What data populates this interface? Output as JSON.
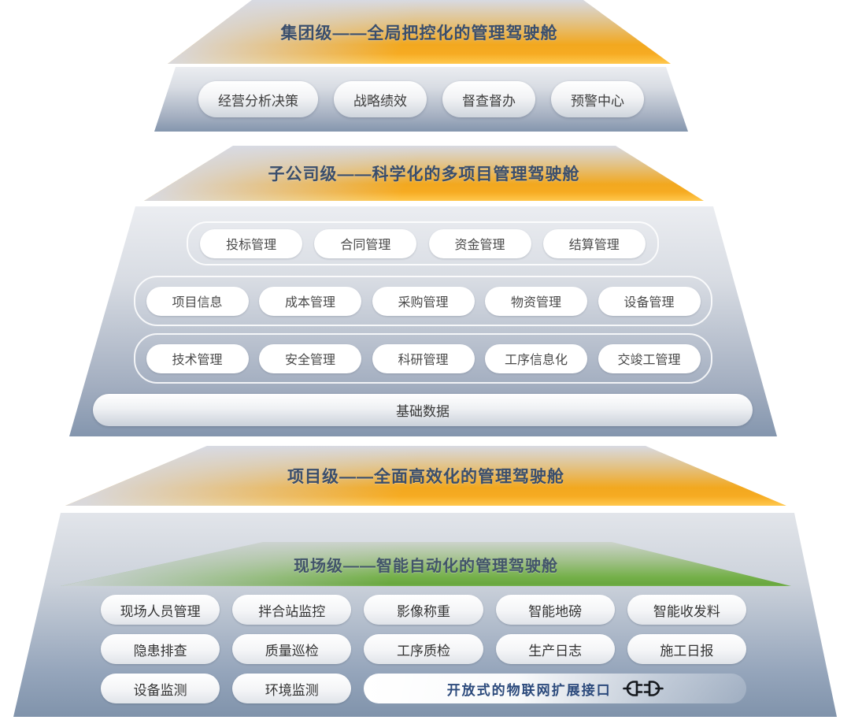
{
  "levels": [
    {
      "name": "group-level",
      "title": "集团级——全局把控化的管理驾驶舱",
      "items": [
        "经营分析决策",
        "战略绩效",
        "督查督办",
        "预警中心"
      ]
    },
    {
      "name": "subsidiary-level",
      "title": "子公司级——科学化的多项目管理驾驶舱",
      "row1": [
        "投标管理",
        "合同管理",
        "资金管理",
        "结算管理"
      ],
      "row2": [
        "项目信息",
        "成本管理",
        "采购管理",
        "物资管理",
        "设备管理"
      ],
      "row3": [
        "技术管理",
        "安全管理",
        "科研管理",
        "工序信息化",
        "交竣工管理"
      ],
      "base": "基础数据"
    },
    {
      "name": "project-level",
      "title": "项目级——全面高效化的管理驾驶舱"
    },
    {
      "name": "site-level",
      "title": "现场级——智能自动化的管理驾驶舱",
      "row1": [
        "现场人员管理",
        "拌合站监控",
        "影像称重",
        "智能地磅",
        "智能收发料"
      ],
      "row2": [
        "隐患排查",
        "质量巡检",
        "工序质检",
        "生产日志",
        "施工日报"
      ],
      "row3": [
        "设备监测",
        "环境监测"
      ],
      "iot_label": "开放式的物联网扩展接口",
      "iot_icon": "plug-connector-icon"
    }
  ],
  "colors": {
    "accent_orange": "#F2A81F",
    "accent_amber_edge": "#FFC84E",
    "accent_green": "#6FAE46",
    "slate_blue": "#8496AE",
    "title_navy": "#3A4E6C",
    "green_title": "#42546A",
    "iot_text": "#2C4A7C",
    "pill_text": "#3D3D3D"
  }
}
